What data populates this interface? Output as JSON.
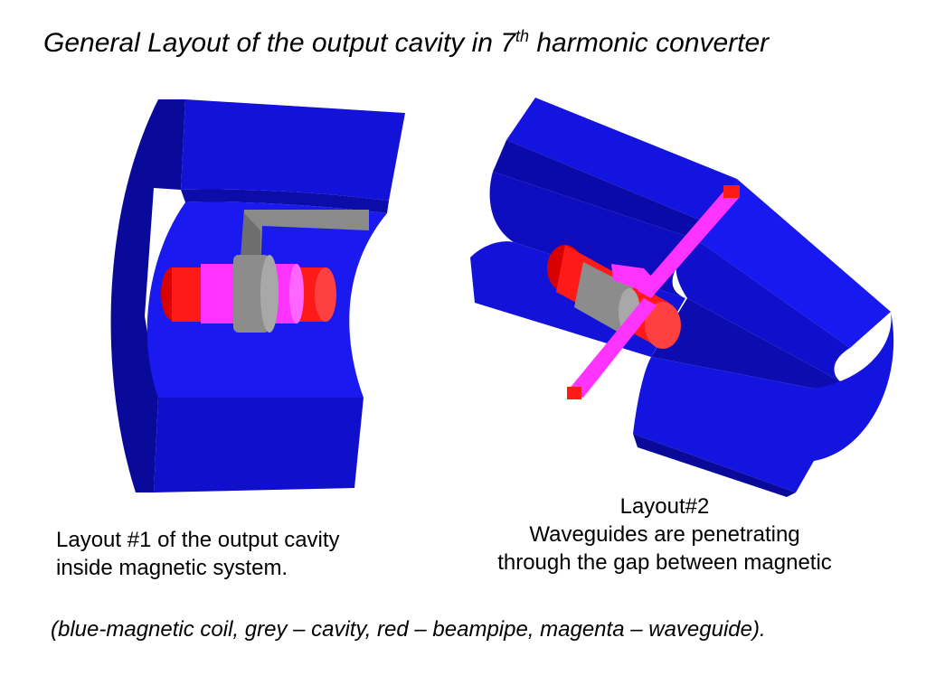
{
  "title": {
    "prefix": "General Layout of the output cavity in 7",
    "sup": "th",
    "suffix": " harmonic converter"
  },
  "caption_layout1": {
    "line1": "Layout #1 of the output cavity",
    "line2": "inside magnetic system."
  },
  "caption_layout2": {
    "line1": "Layout#2",
    "line2": "Waveguides are penetrating",
    "line3": "through the gap between magnetic"
  },
  "legend": "(blue-magnetic coil, grey – cavity, red – beampipe, magenta – waveguide).",
  "colors": {
    "magnetic_coil": "#1414e0",
    "cavity": "#8c8c8c",
    "beampipe": "#ff1a1a",
    "waveguide": "#ff33ff"
  }
}
